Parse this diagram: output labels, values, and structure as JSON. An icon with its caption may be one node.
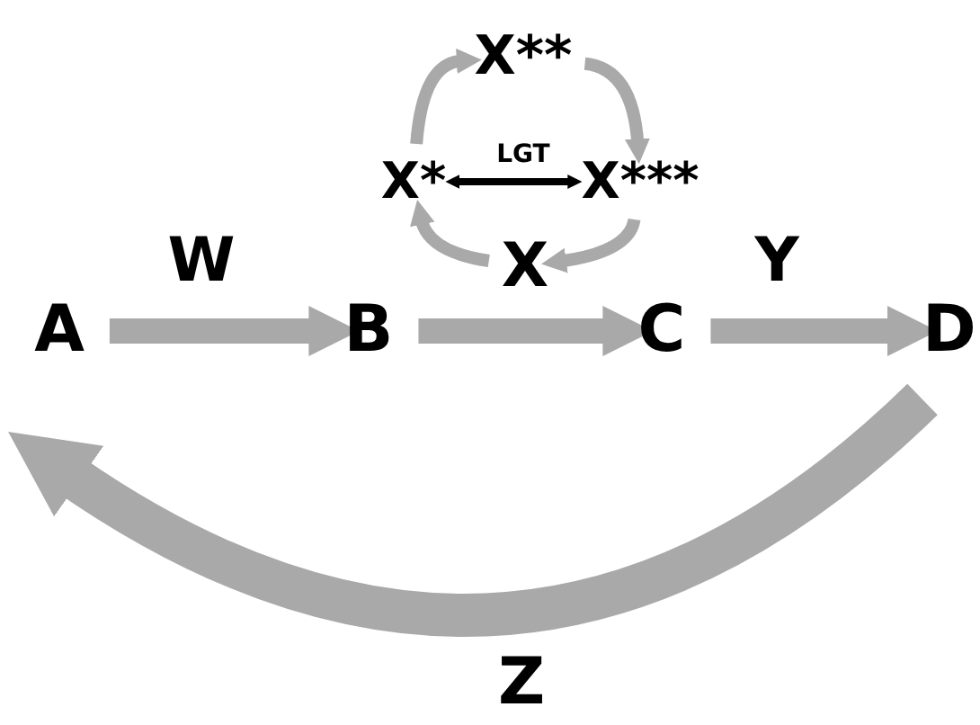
{
  "diagram": {
    "nodes": [
      {
        "text": [
          "X**"
        ]
      },
      {
        "text": [
          "X*"
        ]
      },
      {
        "text": [
          "X***"
        ]
      },
      {
        "text": [
          "X"
        ]
      },
      {
        "text": [
          "A"
        ]
      },
      {
        "text": [
          "B"
        ]
      },
      {
        "text": [
          "C"
        ]
      },
      {
        "text": [
          "D"
        ]
      }
    ],
    "edges": [
      {
        "from": 4,
        "to": 5,
        "arrow": "to",
        "label": "W",
        "style": "thick"
      },
      {
        "from": 5,
        "to": 6,
        "arrow": "to",
        "style": "thick"
      },
      {
        "from": 6,
        "to": 7,
        "arrow": "to",
        "label": "Y",
        "style": "thick"
      },
      {
        "from": 7,
        "to": 4,
        "arrow": "to",
        "label": "Z",
        "style": "thick"
      },
      {
        "from": 3,
        "to": 1,
        "arrow": "to"
      },
      {
        "from": 1,
        "to": 0,
        "arrow": "to"
      },
      {
        "from": 0,
        "to": 2,
        "arrow": "to"
      },
      {
        "from": 2,
        "to": 3,
        "arrow": "to"
      },
      {
        "from": 1,
        "to": 2,
        "arrow": "both",
        "label": "LGT",
        "color": "#000000"
      }
    ]
  }
}
